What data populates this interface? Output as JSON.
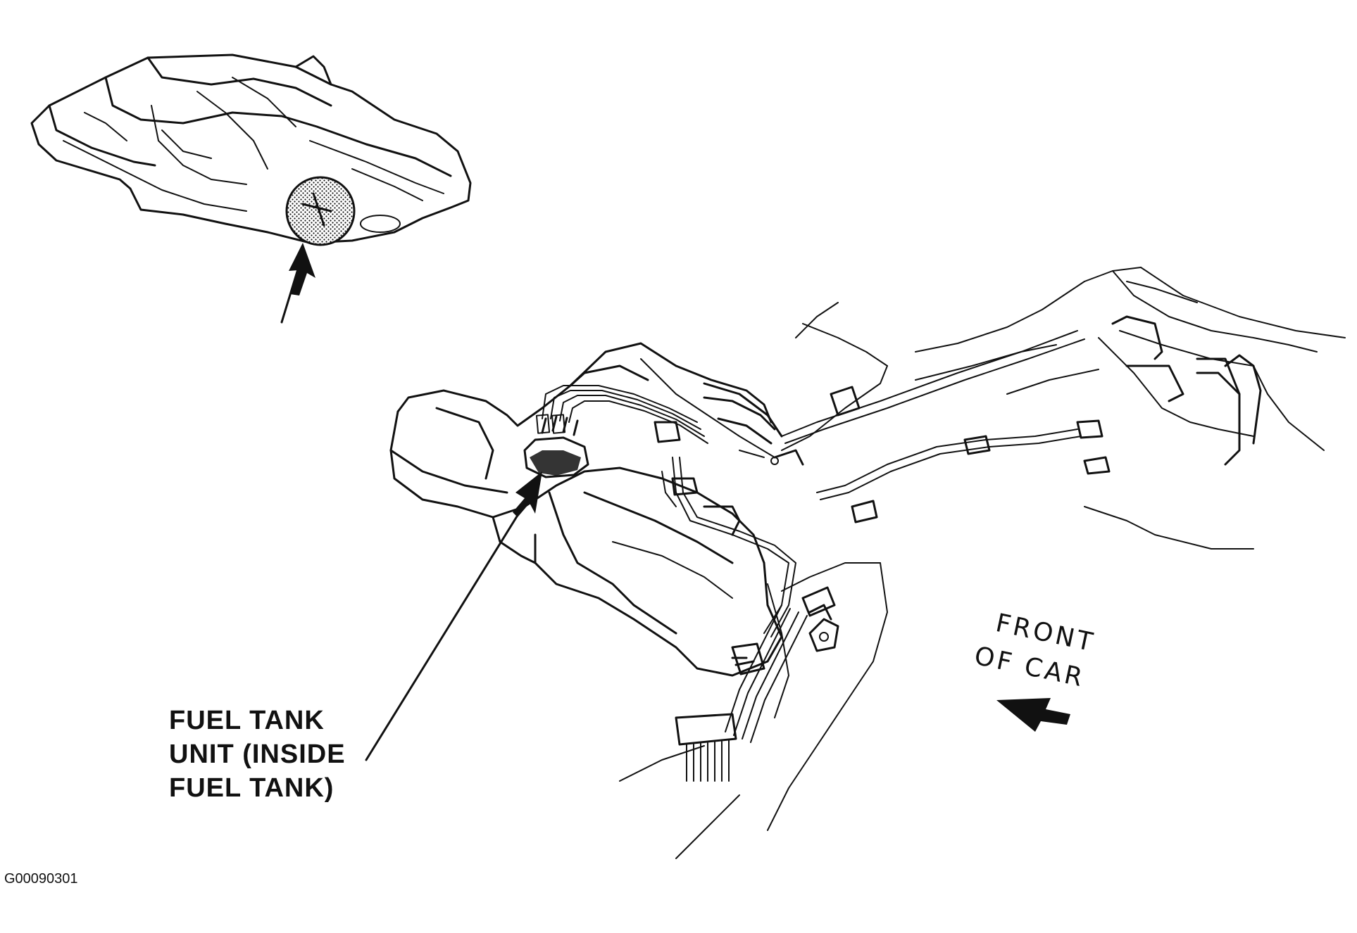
{
  "diagram": {
    "callout": {
      "lines": [
        "FUEL TANK",
        "UNIT (INSIDE",
        "FUEL TANK)"
      ]
    },
    "direction": {
      "lines": [
        "FRONT",
        "OF CAR"
      ]
    },
    "figure_id": "G00090301"
  }
}
